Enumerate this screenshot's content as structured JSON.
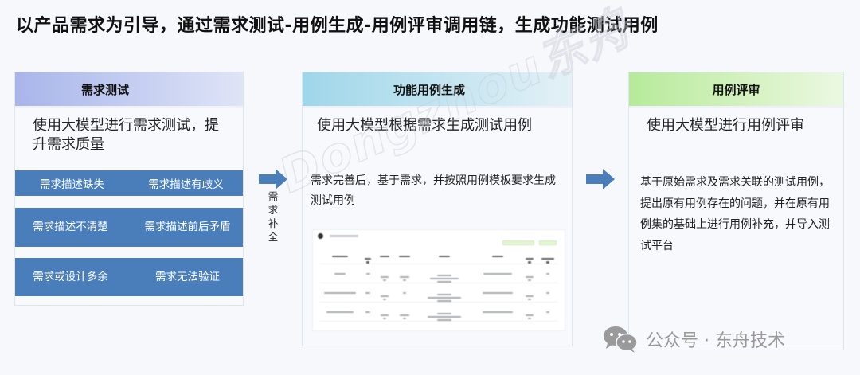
{
  "page": {
    "title": "以产品需求为引导，通过需求测试-用例生成-用例评审调用链，生成功能测试用例"
  },
  "columns": [
    {
      "header": "需求测试",
      "subtitle": "使用大模型进行需求测试，提升需求质量",
      "header_gradient": [
        "#a9b5ea",
        "#dfe4f6"
      ],
      "issues": [
        [
          "需求描述缺失",
          "需求描述有歧义"
        ],
        [
          "需求描述不清楚",
          "需求描述前后矛盾"
        ],
        [
          "需求或设计多余",
          "需求无法验证"
        ]
      ],
      "issue_bg": "#4a7ebb"
    },
    {
      "header": "功能用例生成",
      "subtitle": "使用大模型根据需求生成测试用例",
      "header_gradient": [
        "#9fd6e9",
        "#e4f1f6"
      ],
      "description": "需求完善后，基于需求，并按照用例模板要求生成测试用例",
      "thumbnail": {
        "kind": "test-case-table-screenshot",
        "legible": false,
        "columns_count": 9,
        "rows_count": 5
      }
    },
    {
      "header": "用例评审",
      "subtitle": "使用大模型进行用例评审",
      "header_gradient": [
        "#b6ea9a",
        "#ebf8e2"
      ],
      "description": "基于原始需求及需求关联的测试用例，提出原有用例存在的问题，并在原有用例集的基础上进行用例补充，并导入测试平台"
    }
  ],
  "connectors": [
    {
      "icon": "arrow-right-icon",
      "label": "需求补全",
      "color": "#4a7ebb"
    },
    {
      "icon": "arrow-right-icon",
      "label": "",
      "color": "#4a7ebb"
    }
  ],
  "watermark": "Dongzhou东舟",
  "footer": {
    "icon": "wechat-icon",
    "text": "公众号 · 东舟技术"
  }
}
